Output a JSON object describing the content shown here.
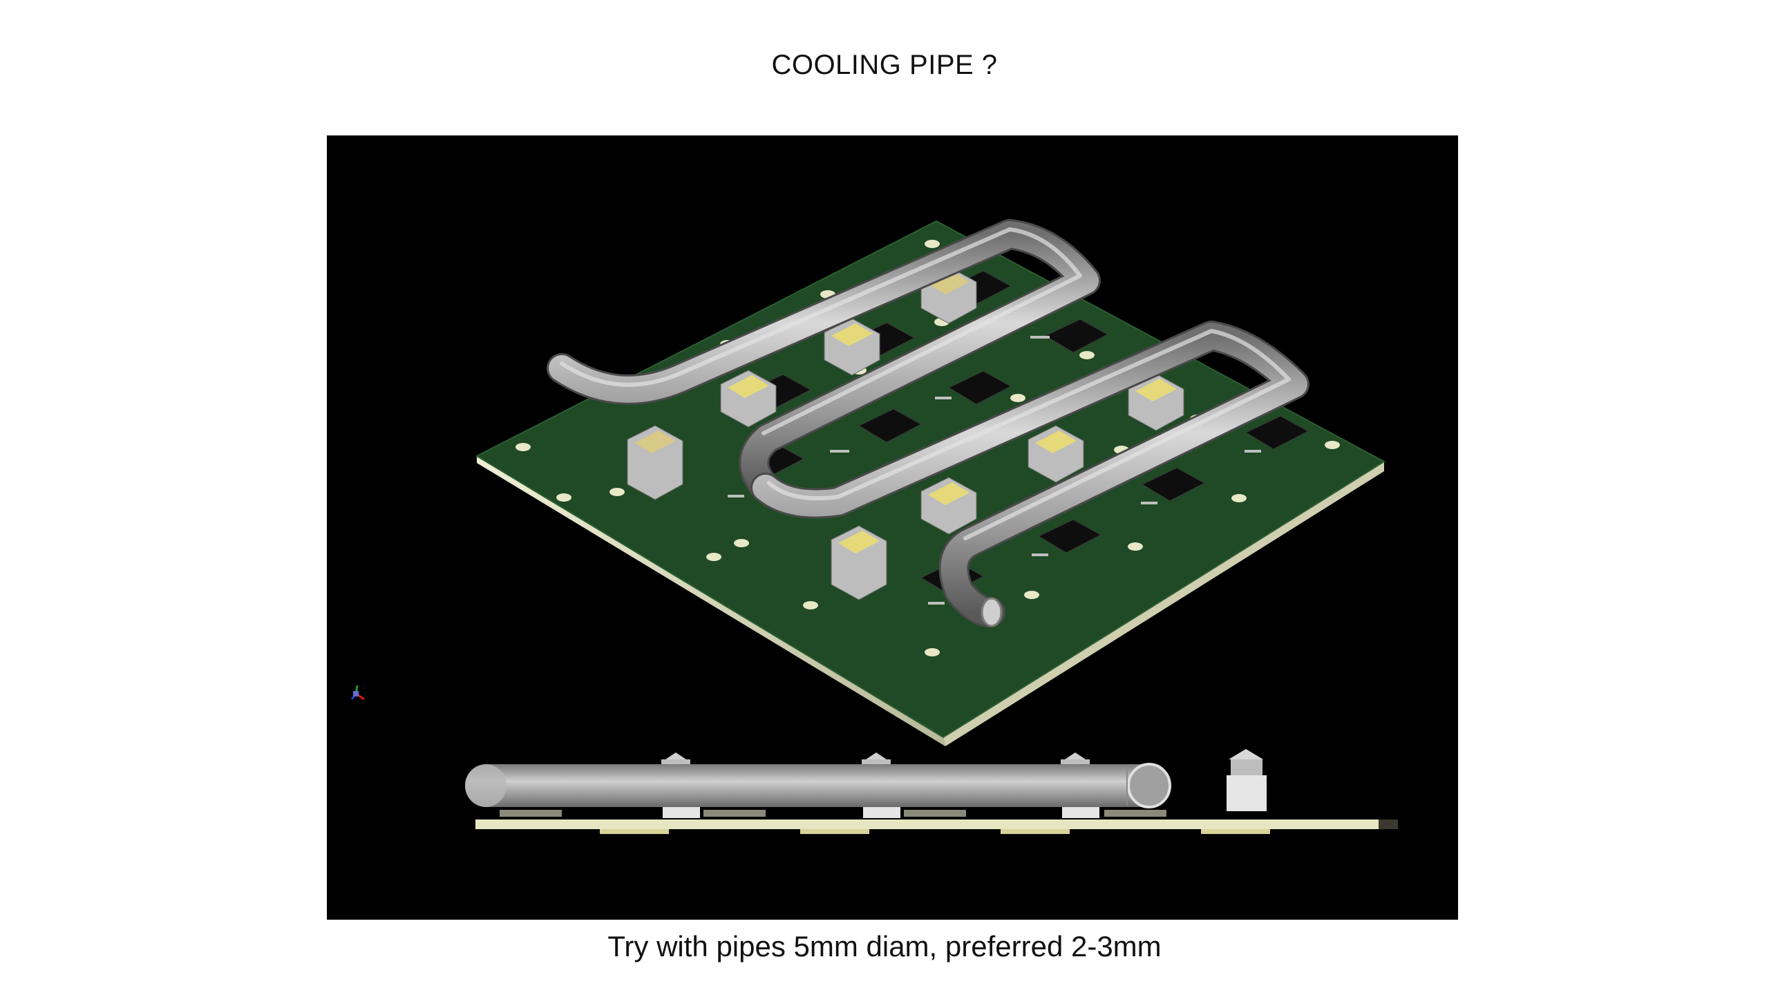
{
  "slide": {
    "title": "COOLING PIPE ?",
    "caption": "Try with pipes 5mm diam, preferred 2-3mm"
  },
  "colors": {
    "background": "#ffffff",
    "viewport": "#000000",
    "pcb": "#1f4a25",
    "pcb_edge": "#e6e6c8",
    "pipe": "#9a9a9a",
    "connector": "#bdbdbd",
    "chip": "#111111"
  },
  "render": {
    "isometric_view": "pcb-with-cooling-pipes",
    "side_view": "pcb-side-profile",
    "axis_triad": "xyz-axis-icon"
  }
}
